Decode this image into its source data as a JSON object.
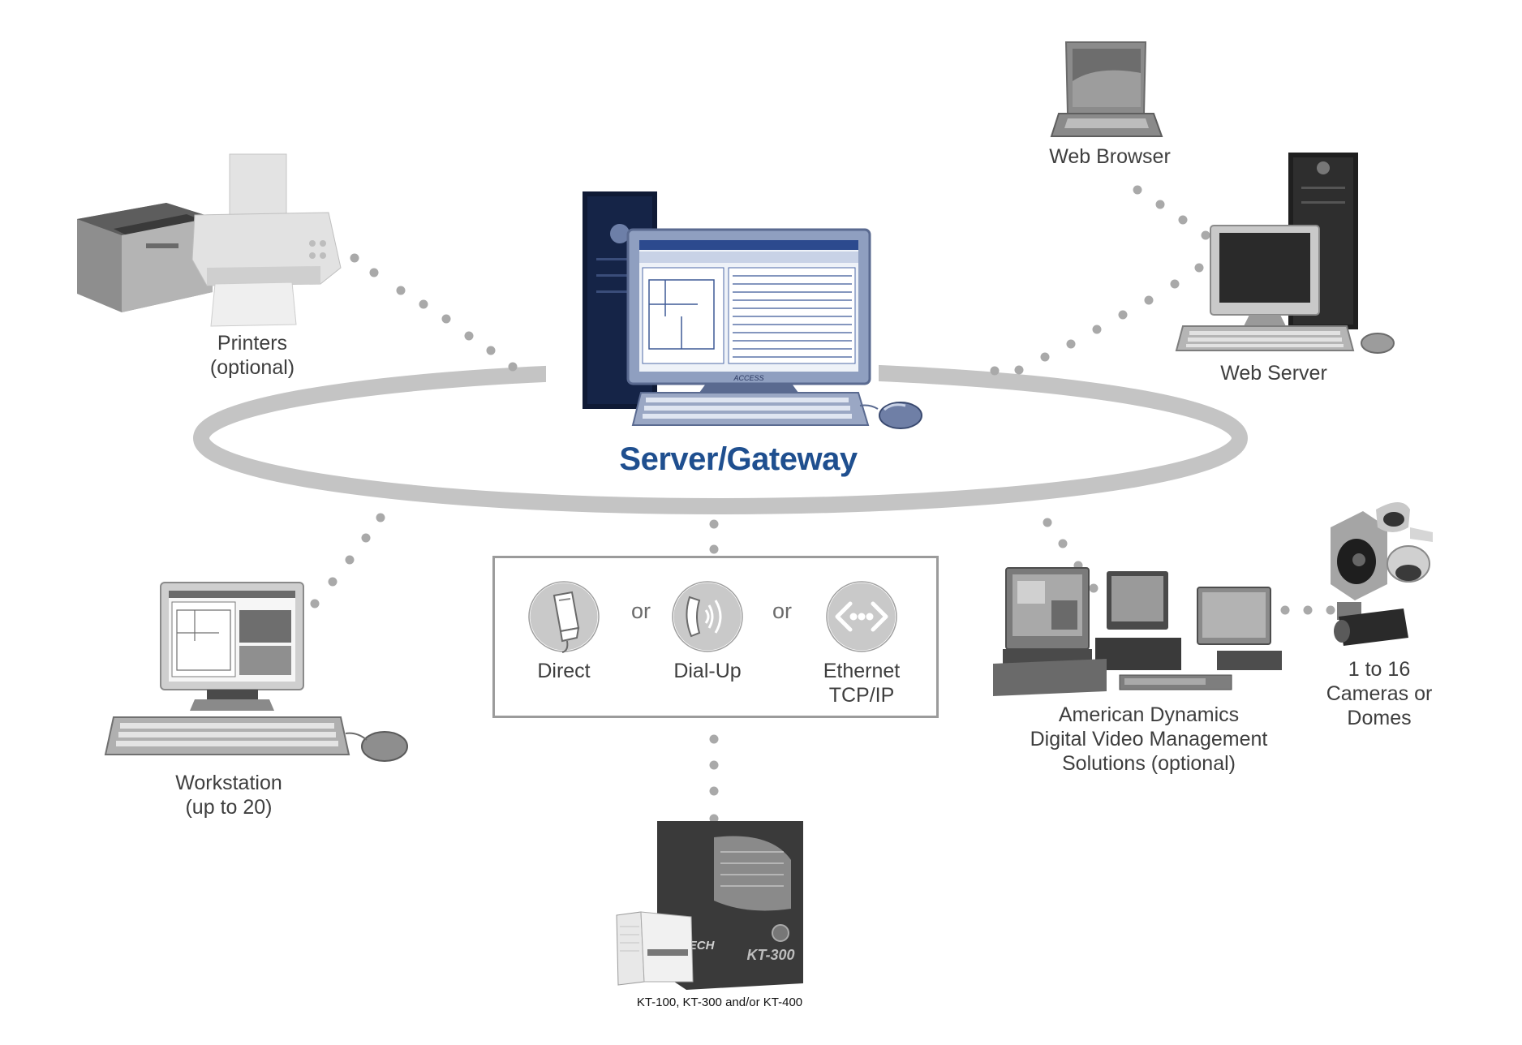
{
  "center": {
    "title": "Server/Gateway"
  },
  "nodes": {
    "printers": [
      "Printers",
      "(optional)"
    ],
    "web_browser": [
      "Web Browser"
    ],
    "web_server": [
      "Web Server"
    ],
    "workstation": [
      "Workstation",
      "(up to 20)"
    ],
    "video": [
      "American Dynamics",
      "Digital Video Management",
      "Solutions  (optional)"
    ],
    "cameras": [
      "1 to 16",
      "Cameras or",
      "Domes"
    ],
    "controllers": "KT-100, KT-300 and/or KT-400",
    "server_monitor_brand": "ACCESS",
    "panel_label": "KT-300",
    "panel_brand": "TECH"
  },
  "connection": {
    "direct": "Direct",
    "dialup": "Dial-Up",
    "ethernet": [
      "Ethernet",
      "TCP/IP"
    ],
    "or": "or"
  },
  "colors": {
    "ring": "#c4c4c4",
    "dots": "#a9a9a9",
    "title": "#1f4f8f",
    "box": "#9b9b9b"
  }
}
